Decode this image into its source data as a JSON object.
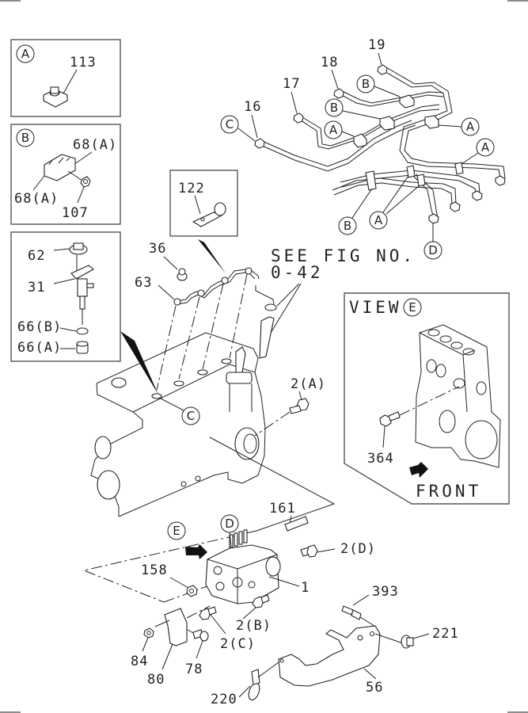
{
  "diagram": {
    "title": "Injection pump & injection pipes exploded parts diagram",
    "reference_note": {
      "line1": "SEE FIG NO.",
      "line2": "0-42"
    },
    "view_note": {
      "title": "VIEW",
      "view_marker": "E",
      "direction_label": "FRONT"
    },
    "insets": [
      {
        "marker": "A",
        "parts": [
          "113"
        ]
      },
      {
        "marker": "B",
        "parts": [
          "68(A)",
          "68(A)",
          "107"
        ]
      },
      {
        "marker": "",
        "parts": [
          "62",
          "31",
          "66(B)",
          "66(A)"
        ]
      },
      {
        "marker": "",
        "parts": [
          "122"
        ]
      }
    ],
    "callout_markers": {
      "A": "A",
      "B": "B",
      "C": "C",
      "D": "D",
      "E": "E"
    },
    "part_labels": {
      "p113": "113",
      "p68a_1": "68(A)",
      "p68a_2": "68(A)",
      "p107": "107",
      "p62": "62",
      "p31": "31",
      "p66b": "66(B)",
      "p66a": "66(A)",
      "p122": "122",
      "p16": "16",
      "p17": "17",
      "p18": "18",
      "p19": "19",
      "p36": "36",
      "p63": "63",
      "p2a": "2(A)",
      "p364": "364",
      "p161": "161",
      "p2d": "2(D)",
      "p158": "158",
      "p1": "1",
      "p2b": "2(B)",
      "p2c": "2(C)",
      "p393": "393",
      "p221": "221",
      "p84": "84",
      "p80": "80",
      "p78": "78",
      "p56": "56",
      "p220": "220"
    }
  }
}
